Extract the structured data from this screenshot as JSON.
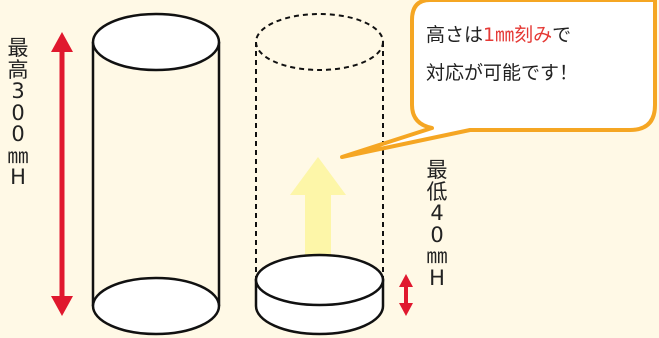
{
  "left_label": [
    "最",
    "高",
    "3",
    "0",
    "0",
    "㎜",
    "H"
  ],
  "right_label": [
    "最",
    "低",
    "4",
    "0",
    "㎜",
    "H"
  ],
  "callout": {
    "line1_pre": "高さは",
    "line1_highlight": "1㎜刻み",
    "line1_post": "で",
    "line2": "対応が可能です！"
  },
  "colors": {
    "background": "#fff9e6",
    "height_arrow": "#e0182e",
    "callout_border": "#f5a623",
    "callout_fill": "#ffffff",
    "grow_arrow": "#fdf6a8",
    "highlight_text": "#e53935"
  }
}
